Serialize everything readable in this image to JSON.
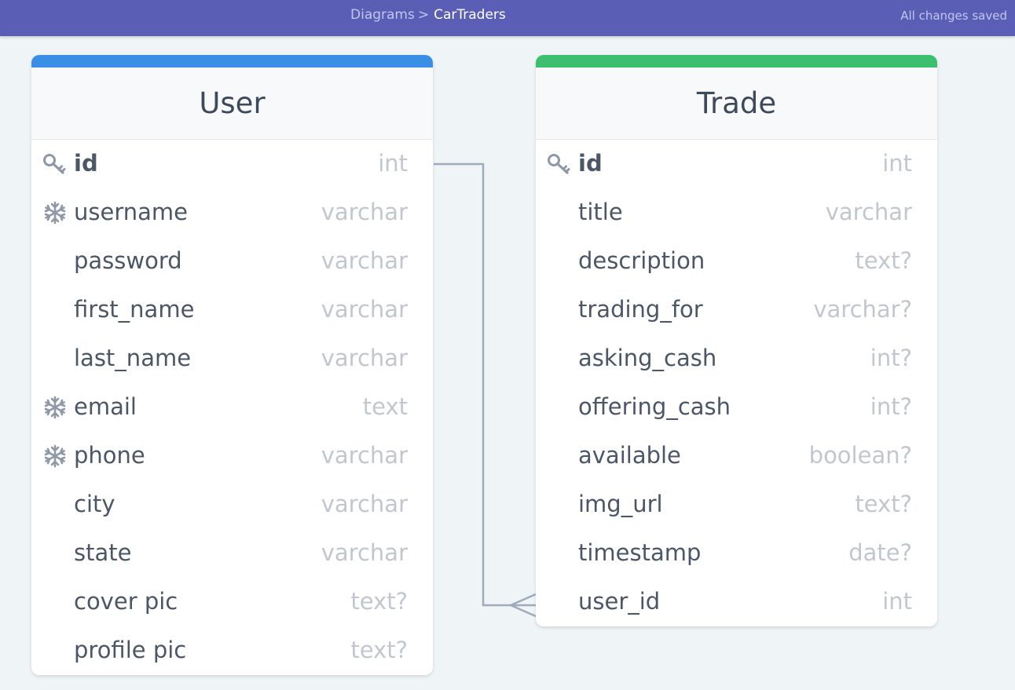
{
  "header": {
    "breadcrumb_root": "Diagrams",
    "breadcrumb_separator": ">",
    "breadcrumb_current": "CarTraders",
    "save_status": "All changes saved",
    "background_color": "#5a5fb5"
  },
  "tables": {
    "user": {
      "name": "User",
      "accent_color": "#3a8ee6",
      "fields": [
        {
          "name": "id",
          "type": "int",
          "icon": "key-icon"
        },
        {
          "name": "username",
          "type": "varchar",
          "icon": "snowflake-icon"
        },
        {
          "name": "password",
          "type": "varchar",
          "icon": ""
        },
        {
          "name": "first_name",
          "type": "varchar",
          "icon": ""
        },
        {
          "name": "last_name",
          "type": "varchar",
          "icon": ""
        },
        {
          "name": "email",
          "type": "text",
          "icon": "snowflake-icon"
        },
        {
          "name": "phone",
          "type": "varchar",
          "icon": "snowflake-icon"
        },
        {
          "name": "city",
          "type": "varchar",
          "icon": ""
        },
        {
          "name": "state",
          "type": "varchar",
          "icon": ""
        },
        {
          "name": "cover pic",
          "type": "text?",
          "icon": ""
        },
        {
          "name": "profile pic",
          "type": "text?",
          "icon": ""
        }
      ]
    },
    "trade": {
      "name": "Trade",
      "accent_color": "#3cbf6e",
      "fields": [
        {
          "name": "id",
          "type": "int",
          "icon": "key-icon"
        },
        {
          "name": "title",
          "type": "varchar",
          "icon": ""
        },
        {
          "name": "description",
          "type": "text?",
          "icon": ""
        },
        {
          "name": "trading_for",
          "type": "varchar?",
          "icon": ""
        },
        {
          "name": "asking_cash",
          "type": "int?",
          "icon": ""
        },
        {
          "name": "offering_cash",
          "type": "int?",
          "icon": ""
        },
        {
          "name": "available",
          "type": "boolean?",
          "icon": ""
        },
        {
          "name": "img_url",
          "type": "text?",
          "icon": ""
        },
        {
          "name": "timestamp",
          "type": "date?",
          "icon": ""
        },
        {
          "name": "user_id",
          "type": "int",
          "icon": ""
        }
      ]
    }
  },
  "relationships": [
    {
      "from": "User.id",
      "to": "Trade.user_id",
      "cardinality": "one-to-many"
    }
  ]
}
